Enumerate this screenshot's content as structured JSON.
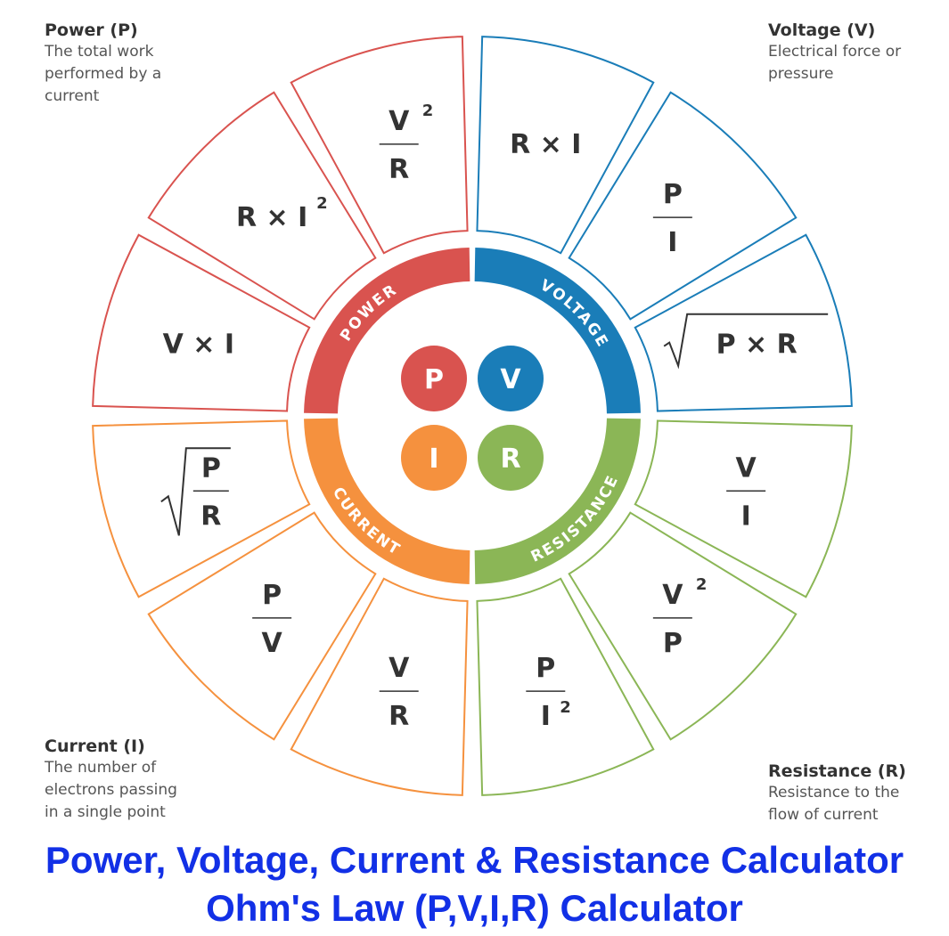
{
  "corners": {
    "power": {
      "title": "Power (P)",
      "lines": [
        "The total work",
        "performed by a",
        "current"
      ]
    },
    "voltage": {
      "title": "Voltage (V)",
      "lines": [
        "Electrical force or",
        "pressure"
      ]
    },
    "current": {
      "title": "Current (I)",
      "lines": [
        "The number of",
        "electrons passing",
        "in a single point"
      ]
    },
    "resistance": {
      "title": "Resistance (R)",
      "lines": [
        "Resistance to the",
        "flow of current"
      ]
    }
  },
  "ring_labels": {
    "power": "POWER",
    "voltage": "VOLTAGE",
    "current": "CURRENT",
    "resistance": "RESISTANCE"
  },
  "center": {
    "p": "P",
    "v": "V",
    "i": "I",
    "r": "R"
  },
  "colors": {
    "power": "#d9534f",
    "voltage": "#1a7db8",
    "current": "#f5913e",
    "resistance": "#8bb656",
    "text": "#333333",
    "caption": "#1230e6"
  },
  "formulas": {
    "power": [
      {
        "num": "V",
        "den": "R",
        "sup": "2"
      },
      {
        "text": "R × I",
        "sup": "2"
      },
      {
        "text": "V × I"
      }
    ],
    "voltage": [
      {
        "text": "R × I"
      },
      {
        "num": "P",
        "den": "I"
      },
      {
        "sqrt": "P × R"
      }
    ],
    "resistance": [
      {
        "num": "V",
        "den": "I"
      },
      {
        "num": "V",
        "den": "P",
        "sup": "2"
      },
      {
        "num": "P",
        "den": "I",
        "densup": "2"
      }
    ],
    "current": [
      {
        "num": "V",
        "den": "R"
      },
      {
        "num": "P",
        "den": "V"
      },
      {
        "sqrtfrac": true,
        "num": "P",
        "den": "R"
      }
    ]
  },
  "caption": {
    "line1": "Power, Voltage, Current & Resistance Calculator",
    "line2": "Ohm's Law (P,V,I,R) Calculator"
  }
}
